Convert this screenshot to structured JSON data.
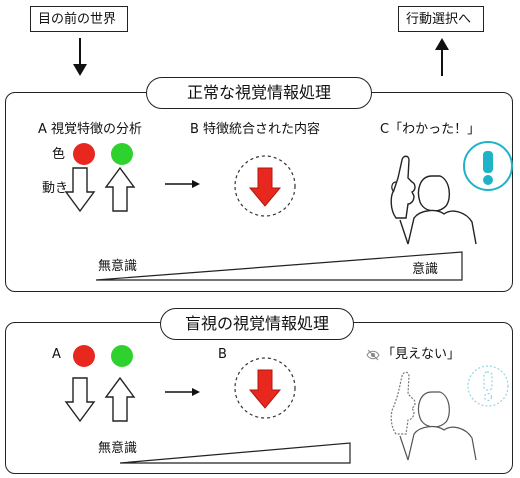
{
  "input_box": {
    "label": "目の前の世界"
  },
  "output_box": {
    "label": "行動選択へ"
  },
  "top_panel": {
    "title": "正常な視覚情報処理",
    "step_a": "A 視覚特徴の分析",
    "step_b": "B 特徴統合された内容",
    "step_c": "C「わかった！」",
    "color_label": "色",
    "motion_label": "動き",
    "unconscious": "無意識",
    "conscious": "意識"
  },
  "bottom_panel": {
    "title": "盲視の視覚情報処理",
    "step_a": "A",
    "step_b": "B",
    "step_c": "「見えない」",
    "unconscious": "無意識"
  },
  "colors": {
    "red": "#e8281e",
    "green": "#2fd12f",
    "teal": "#1fb3c8",
    "light_teal": "#8fd6e3",
    "arrow_red": "#e8281e"
  }
}
